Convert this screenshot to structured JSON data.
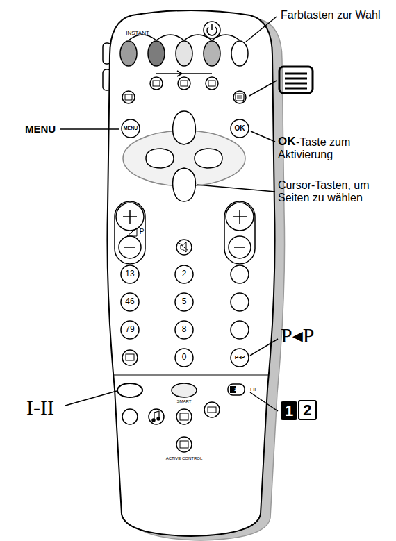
{
  "diagram": {
    "labels": [
      "Farbtasten zur Wahl",
      "MENU",
      "OK",
      "-Taste zum Aktivierung",
      "Cursor-Tasten, um Seiten zu wählen",
      "P◂P",
      "I-II",
      "1",
      "2",
      "INSTANT",
      "MENU",
      "OK",
      "P",
      "13",
      "2",
      "46",
      "5",
      "79",
      "8",
      "0",
      "P◂P",
      "SMART",
      "12",
      "I-II",
      "ACTIVE CONTROL"
    ]
  }
}
